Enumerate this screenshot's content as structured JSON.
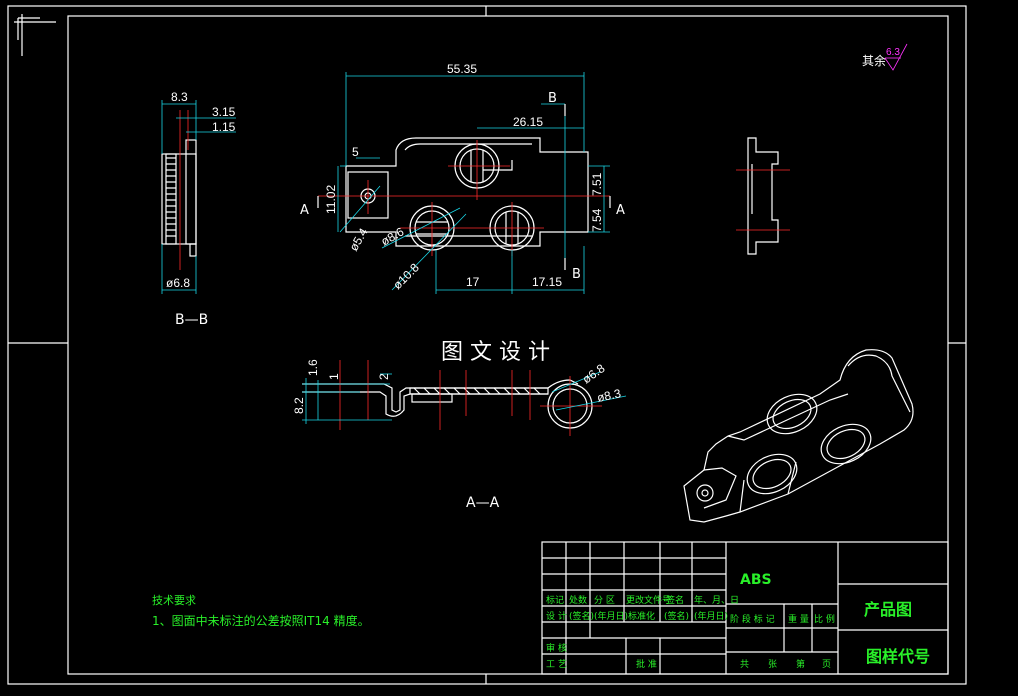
{
  "views": {
    "section_bb": "B—B",
    "section_aa": "A—A",
    "watermark": "图 文 设 计"
  },
  "roughness": {
    "label": "其余",
    "value": "6.3"
  },
  "dims_top": {
    "d1": "55.35",
    "d2": "26.15",
    "d3": "5",
    "d4": "11.02",
    "d5": "7.51",
    "d6": "7.54",
    "d7": "ø5.4",
    "d8": "ø8.6",
    "d9": "ø10.8",
    "d10": "17",
    "d11": "17.15",
    "secA_l": "A",
    "secA_r": "A",
    "secB_t": "B",
    "secB_b": "B"
  },
  "dims_bb": {
    "d1": "8.3",
    "d2": "3.15",
    "d3": "1.15",
    "d4": "ø6.8"
  },
  "dims_aa": {
    "d1": "1.6",
    "d2": "1",
    "d3": "2",
    "d4": "8.2",
    "d5": "ø6.8",
    "d6": "ø8.3"
  },
  "notes": {
    "title": "技术要求",
    "line1": "1、图面中未标注的公差按照IT14 精度。"
  },
  "title_block": {
    "material": "ABS",
    "name": "产品图",
    "code": "图样代号",
    "row1": [
      "标记",
      "处数",
      "分 区",
      "更改文件号",
      "签名",
      "年、月、日"
    ],
    "row2": [
      "设 计",
      "(签名)",
      "(年月日)",
      "标准化",
      "(签名)",
      "(年月日)"
    ],
    "row2r": [
      "阶 段 标 记",
      "重 量",
      "比 例"
    ],
    "row3": [
      "审 核"
    ],
    "row4": [
      "工 艺",
      "批 准"
    ],
    "row4r": [
      "共",
      "张",
      "第",
      "页"
    ]
  }
}
